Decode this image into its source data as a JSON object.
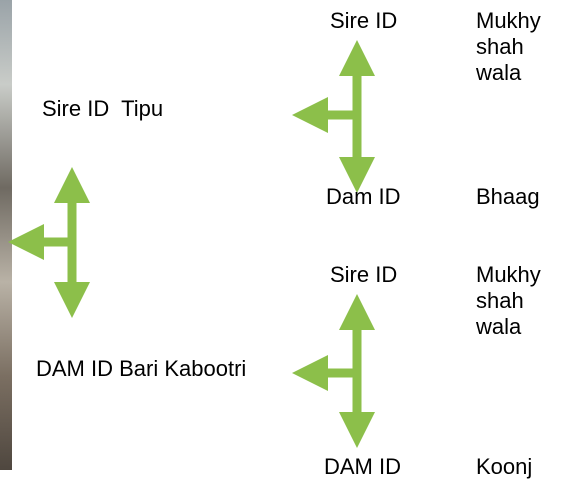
{
  "tree": {
    "root_sire": {
      "label": "Sire ID",
      "name": "Tipu"
    },
    "root_dam": {
      "label": "DAM ID",
      "name": "Bari Kabootri"
    },
    "sire_branch": {
      "sire_label": "Sire ID",
      "sire_name_lines": [
        "Mukhy",
        "shah",
        "wala"
      ],
      "dam_label": "Dam ID",
      "dam_name": "Bhaag"
    },
    "dam_branch": {
      "sire_label": "Sire ID",
      "sire_name_lines": [
        "Mukhy",
        "shah",
        "wala"
      ],
      "dam_label": "DAM ID",
      "dam_name": "Koonj"
    }
  },
  "colors": {
    "arrow": "#8cbf4a",
    "photo_strip": "#8a8178"
  }
}
